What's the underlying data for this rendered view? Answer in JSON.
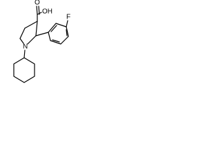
{
  "molecule": {
    "atoms": {
      "acid_group": "OH",
      "carbonyl_oxygen": "O",
      "ring_nitrogen": "N",
      "fluorine": "F"
    }
  },
  "colors": {
    "bond": "#000000",
    "background": "#ffffff"
  }
}
